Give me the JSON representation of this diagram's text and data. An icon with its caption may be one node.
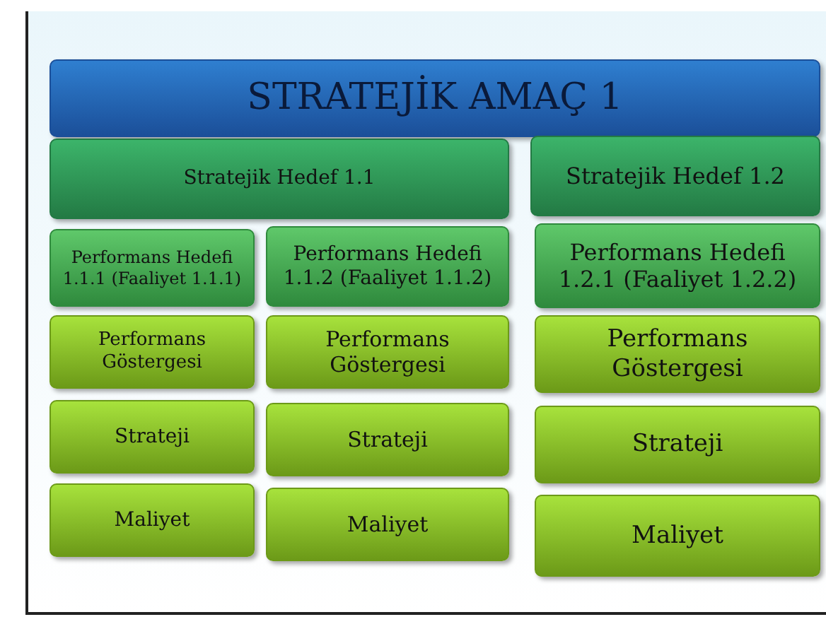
{
  "diagram": {
    "nodes": [
      {
        "text": [
          "STRATEJİK AMAÇ 1"
        ]
      },
      {
        "text": [
          "Stratejik Hedef 1.1"
        ]
      },
      {
        "text": [
          "Stratejik Hedef 1.2"
        ]
      },
      {
        "text": [
          "Performans Hedefi 1.1.1 (Faaliyet 1.1.1)"
        ]
      },
      {
        "text": [
          "Performans Hedefi 1.1.2 (Faaliyet 1.1.2)"
        ]
      },
      {
        "text": [
          "Performans Hedefi 1.2.1 (Faaliyet 1.2.2)"
        ]
      },
      {
        "text": [
          "Performans Göstergesi"
        ]
      },
      {
        "text": [
          "Performans Göstergesi"
        ]
      },
      {
        "text": [
          "Performans Göstergesi"
        ]
      },
      {
        "text": [
          "Strateji"
        ]
      },
      {
        "text": [
          "Strateji"
        ]
      },
      {
        "text": [
          "Strateji"
        ]
      },
      {
        "text": [
          "Maliyet"
        ]
      },
      {
        "text": [
          "Maliyet"
        ]
      },
      {
        "text": [
          "Maliyet"
        ]
      }
    ],
    "edges": []
  }
}
